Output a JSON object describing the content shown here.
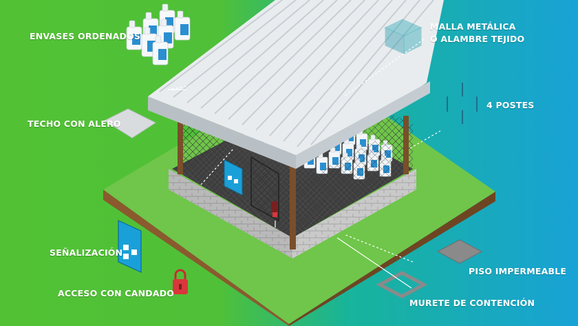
{
  "labels": {
    "envases": "ENVASES ORDENADOS",
    "techo": "TECHO CON ALERO",
    "senalizacion": "SEÑALIZACIÓN",
    "acceso": "ACCESO CON CANDADO",
    "malla_line1": "MALLA METÁLICA",
    "malla_line2": "O ALAMBRE TEJIDO",
    "postes": "4 POSTES",
    "piso": "PISO IMPERMEABLE",
    "murete": "MURETE DE CONTENCIÓN"
  },
  "colors": {
    "green": "#52c234",
    "teal": "#14b0a4",
    "blue": "#1aa0d8",
    "grass": "#6fc64a",
    "soil": "#8a5a2e",
    "post": "#7a4e2a",
    "lock": "#d9373b",
    "container_label": "#2a8fd0"
  }
}
